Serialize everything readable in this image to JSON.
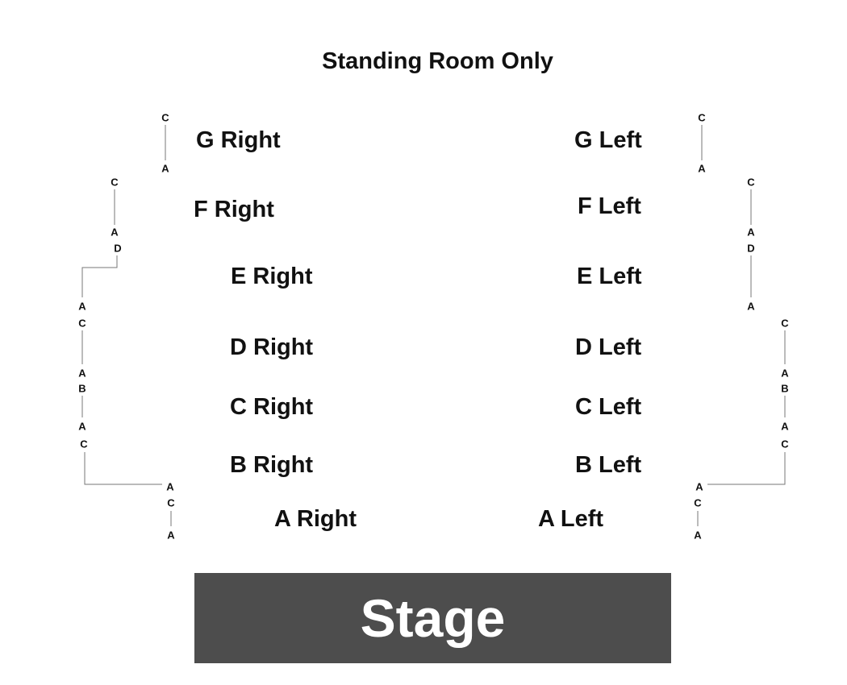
{
  "title": "Standing Room Only",
  "stage_label": "Stage",
  "sections": {
    "g_right": "G Right",
    "f_right": "F Right",
    "e_right": "E Right",
    "d_right": "D Right",
    "c_right": "C Right",
    "b_right": "B Right",
    "a_right": "A Right",
    "g_left": "G Left",
    "f_left": "F Left",
    "e_left": "E Left",
    "d_left": "D Left",
    "c_left": "C Left",
    "b_left": "B Left",
    "a_left": "A Left"
  },
  "seat_labels": {
    "left": [
      "C",
      "A",
      "C",
      "A",
      "D",
      "A",
      "C",
      "A",
      "B",
      "A",
      "C",
      "A",
      "C",
      "A"
    ],
    "right": [
      "C",
      "A",
      "C",
      "A",
      "D",
      "A",
      "C",
      "A",
      "B",
      "A",
      "C",
      "A",
      "C",
      "A"
    ]
  },
  "colors": {
    "stage": "#4d4d4d",
    "stage_text": "#ffffff",
    "text": "#111111",
    "lines": "#777777"
  }
}
